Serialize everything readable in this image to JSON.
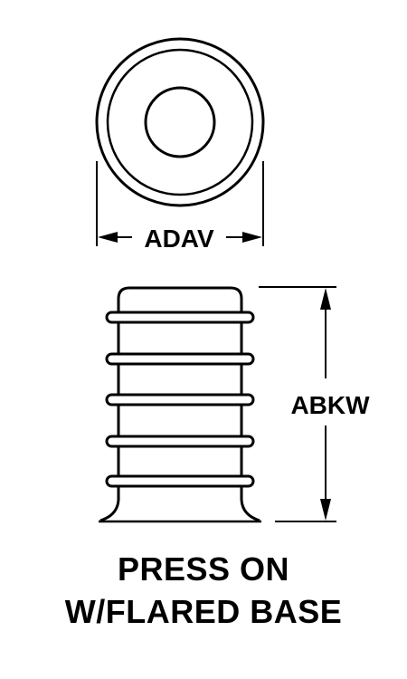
{
  "dimensions": {
    "diameter_label": "ADAV",
    "height_label": "ABKW"
  },
  "caption": {
    "line1": "PRESS ON",
    "line2": "W/FLARED BASE"
  },
  "colors": {
    "ink": "#000000",
    "background": "#ffffff"
  }
}
